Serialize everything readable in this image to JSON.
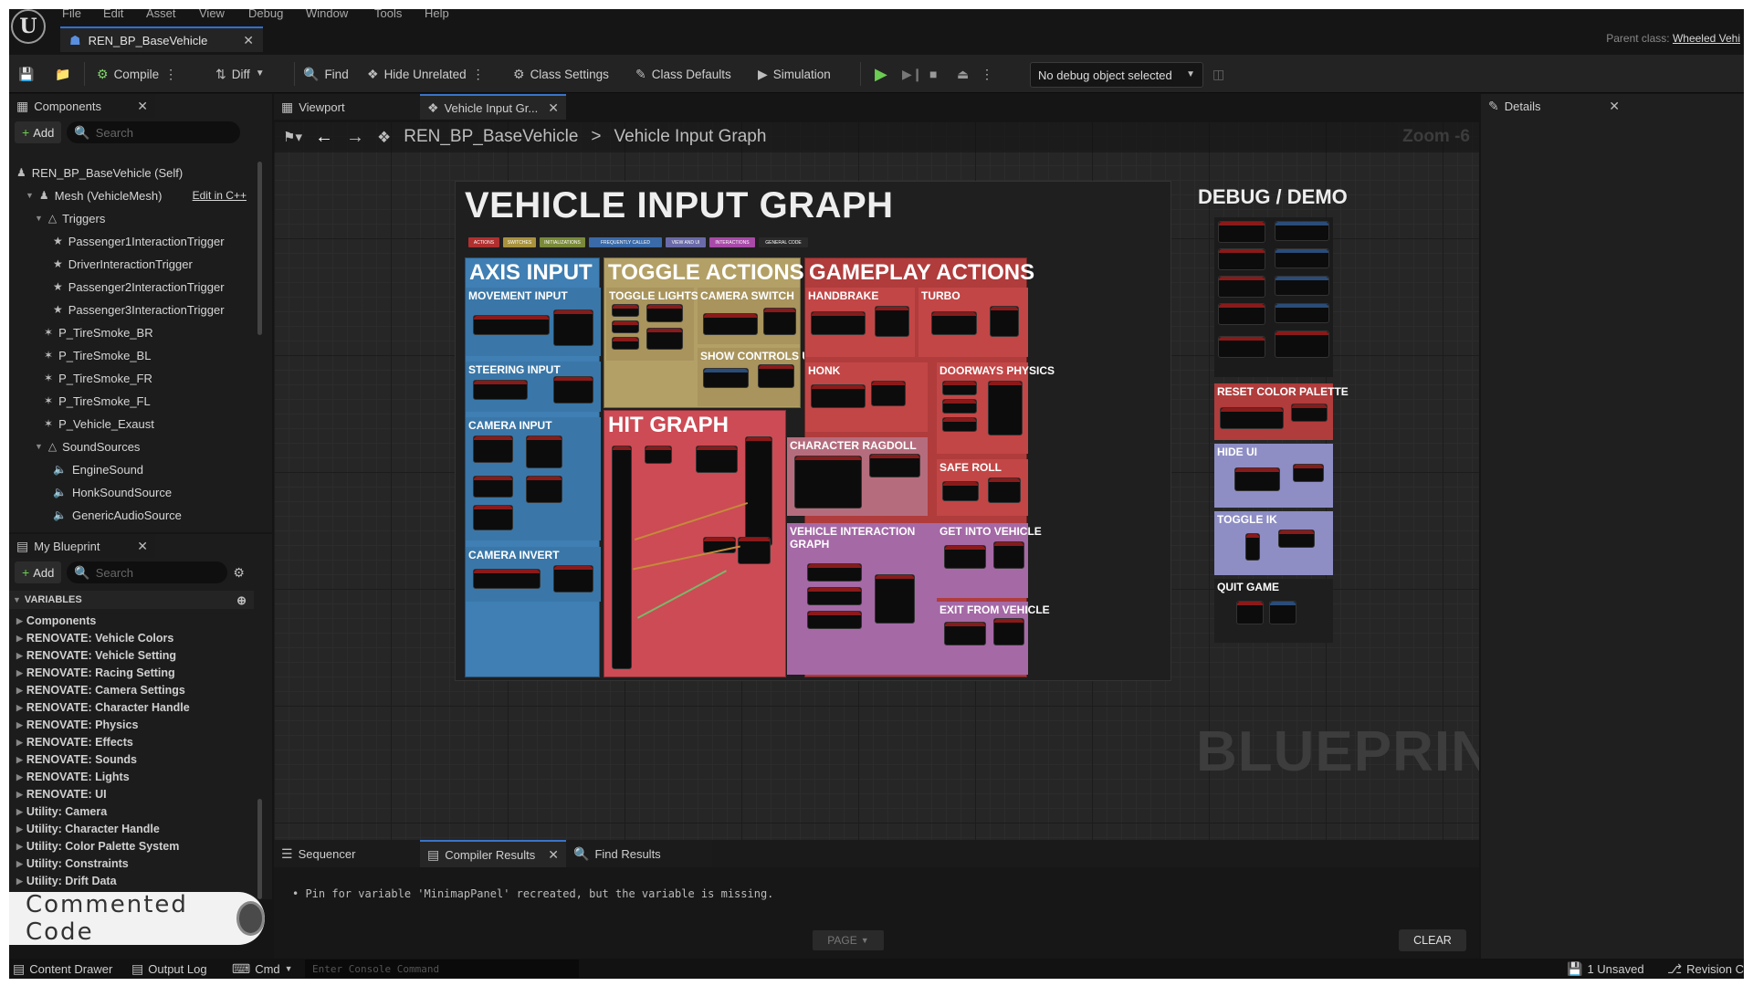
{
  "menu": [
    "File",
    "Edit",
    "Asset",
    "View",
    "Debug",
    "Window",
    "Tools",
    "Help"
  ],
  "document_tab": {
    "label": "REN_BP_BaseVehicle"
  },
  "parent_class": {
    "label": "Parent class:",
    "value": "Wheeled Vehi"
  },
  "toolbar": {
    "compile": "Compile",
    "diff": "Diff",
    "find": "Find",
    "hide_unrelated": "Hide Unrelated",
    "class_settings": "Class Settings",
    "class_defaults": "Class Defaults",
    "simulation": "Simulation",
    "debug_object": "No debug object selected"
  },
  "components_panel": {
    "tab": "Components",
    "add": "Add",
    "search_placeholder": "Search",
    "items": [
      {
        "label": "REN_BP_BaseVehicle (Self)",
        "indent": 0
      },
      {
        "label": "Mesh (VehicleMesh)",
        "indent": 1,
        "extra": "Edit in C++"
      },
      {
        "label": "Triggers",
        "indent": 2
      },
      {
        "label": "Passenger1InteractionTrigger",
        "indent": 4
      },
      {
        "label": "DriverInteractionTrigger",
        "indent": 4
      },
      {
        "label": "Passenger2InteractionTrigger",
        "indent": 4
      },
      {
        "label": "Passenger3InteractionTrigger",
        "indent": 4
      },
      {
        "label": "P_TireSmoke_BR",
        "indent": 3
      },
      {
        "label": "P_TireSmoke_BL",
        "indent": 3
      },
      {
        "label": "P_TireSmoke_FR",
        "indent": 3
      },
      {
        "label": "P_TireSmoke_FL",
        "indent": 3
      },
      {
        "label": "P_Vehicle_Exaust",
        "indent": 3
      },
      {
        "label": "SoundSources",
        "indent": 2
      },
      {
        "label": "EngineSound",
        "indent": 4
      },
      {
        "label": "HonkSoundSource",
        "indent": 4
      },
      {
        "label": "GenericAudioSource",
        "indent": 4
      }
    ]
  },
  "my_blueprint": {
    "tab": "My Blueprint",
    "add": "Add",
    "search_placeholder": "Search",
    "variables_header": "VARIABLES",
    "variables": [
      "Components",
      "RENOVATE: Vehicle Colors",
      "RENOVATE: Vehicle Setting",
      "RENOVATE: Racing Setting",
      "RENOVATE: Camera Settings",
      "RENOVATE: Character Handle",
      "RENOVATE: Physics",
      "RENOVATE: Effects",
      "RENOVATE: Sounds",
      "RENOVATE: Lights",
      "RENOVATE: UI",
      "Utility: Camera",
      "Utility: Character Handle",
      "Utility: Color Palette System",
      "Utility: Constraints",
      "Utility: Drift Data"
    ]
  },
  "editor_tabs": [
    {
      "label": "Viewport"
    },
    {
      "label": "Vehicle Input Gr..."
    }
  ],
  "breadcrumb": {
    "root": "REN_BP_BaseVehicle",
    "separator": ">",
    "current": "Vehicle Input Graph"
  },
  "zoom": "Zoom -6",
  "watermark": "BLUEPRINT",
  "graph": {
    "title": "VEHICLE INPUT GRAPH",
    "legend": [
      {
        "label": "ACTIONS",
        "color": "#b03030"
      },
      {
        "label": "SWITCHES",
        "color": "#a8923e"
      },
      {
        "label": "INITIALIZATIONS",
        "color": "#7a8a3a"
      },
      {
        "label": "FREQUENTLY CALLED",
        "color": "#3a6aa8"
      },
      {
        "label": "VIEW AND UI",
        "color": "#6a6aa8"
      },
      {
        "label": "INTERACTIONS",
        "color": "#a84aa8"
      },
      {
        "label": "GENERAL CODE",
        "color": "#2a2a2a"
      }
    ],
    "sections": {
      "axis_input": "AXIS INPUT",
      "toggle_actions": "TOGGLE ACTIONS",
      "gameplay_actions": "GAMEPLAY ACTIONS",
      "hit_graph": "HIT GRAPH"
    },
    "subsections": {
      "movement_input": "MOVEMENT INPUT",
      "steering_input": "STEERING INPUT",
      "camera_input": "CAMERA INPUT",
      "camera_invert": "CAMERA INVERT",
      "toggle_lights": "TOGGLE LIGHTS",
      "camera_switch": "CAMERA SWITCH",
      "show_controls_ui": "SHOW CONTROLS UI",
      "handbrake": "HANDBRAKE",
      "turbo": "TURBO",
      "honk": "HONK",
      "doorways_physics": "DOORWAYS PHYSICS",
      "character_ragdoll": "CHARACTER RAGDOLL",
      "safe_roll": "SAFE ROLL",
      "vehicle_interaction_graph": "VEHICLE INTERACTION GRAPH",
      "get_into_vehicle": "GET INTO VEHICLE",
      "exit_from_vehicle": "EXIT FROM VEHICLE"
    },
    "debug": {
      "title": "DEBUG / DEMO",
      "reset_color_palette": "RESET COLOR PALETTE",
      "hide_ui": "HIDE UI",
      "toggle_ik": "TOGGLE IK",
      "quit_game": "QUIT GAME"
    }
  },
  "bottom_tabs": [
    {
      "label": "Sequencer"
    },
    {
      "label": "Compiler Results"
    },
    {
      "label": "Find Results"
    }
  ],
  "compiler_message": "Pin for variable 'MinimapPanel' recreated, but the variable is missing.",
  "page_button": "PAGE",
  "clear_button": "CLEAR",
  "details_tab": "Details",
  "status": {
    "content_drawer": "Content Drawer",
    "output_log": "Output Log",
    "cmd": "Cmd",
    "console_placeholder": "Enter Console Command",
    "unsaved": "1 Unsaved",
    "revision": "Revision C"
  },
  "overlay_label": "Commented Code",
  "colors": {
    "axis": "#3f7fb3",
    "toggle": "#b3a066",
    "gameplay": "#c24646",
    "hit": "#cc4b55",
    "interaction": "#a569a6",
    "debug": "#8e8ec5",
    "accent": "#2d6fd6"
  }
}
